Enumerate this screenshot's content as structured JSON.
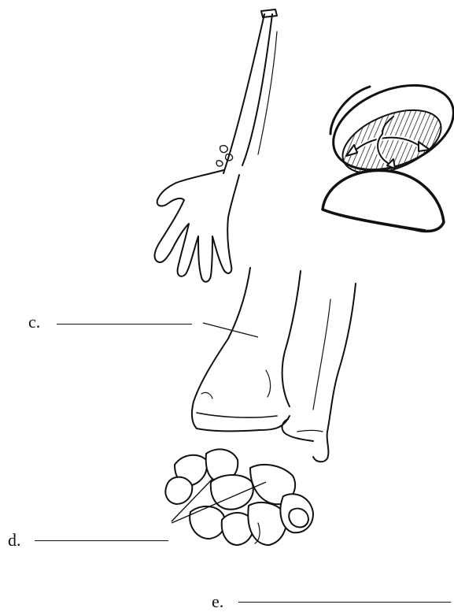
{
  "labels": {
    "c": "c.",
    "d": "d.",
    "e": "e."
  },
  "colors": {
    "ink": "#111111",
    "hatch": "#222222",
    "paper": "#ffffff"
  }
}
